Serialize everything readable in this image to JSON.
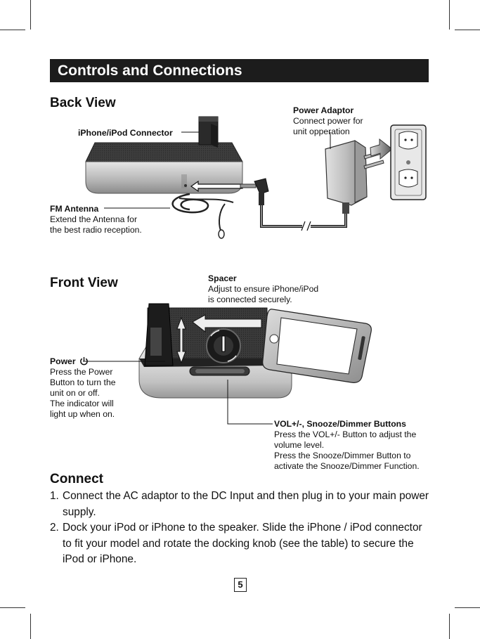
{
  "header": {
    "title": "Controls and Connections"
  },
  "back_view": {
    "heading": "Back View",
    "connector_label": "iPhone/iPod Connector",
    "power_adaptor": {
      "title": "Power Adaptor",
      "lines": [
        "Connect power for",
        "unit opperation"
      ]
    },
    "fm_antenna": {
      "title": "FM Antenna",
      "lines": [
        "Extend the Antenna for",
        "the best radio reception."
      ]
    }
  },
  "front_view": {
    "heading": "Front View",
    "spacer": {
      "title": "Spacer",
      "lines": [
        "Adjust to ensure iPhone/iPod",
        "is connected securely."
      ]
    },
    "power": {
      "title": "Power",
      "lines": [
        "Press the Power",
        "Button to turn the",
        "unit on or off.",
        "The indicator will",
        "light up when on."
      ]
    },
    "vol_buttons": {
      "title": "VOL+/-, Snooze/Dimmer Buttons",
      "lines": [
        "Press the VOL+/- Button to adjust the",
        "volume level.",
        "Press the Snooze/Dimmer Button to",
        "activate the Snooze/Dimmer Function."
      ]
    }
  },
  "connect": {
    "heading": "Connect",
    "steps": [
      {
        "num": "1.",
        "text": "Connect the AC adaptor to the DC Input and then plug in to your main power supply."
      },
      {
        "num": "2.",
        "text": "Dock your iPod or iPhone to the speaker. Slide the iPhone / iPod connector to fit your model and rotate the docking knob (see the table) to secure the iPod or iPhone."
      }
    ]
  },
  "footer": {
    "page_number": "5"
  }
}
